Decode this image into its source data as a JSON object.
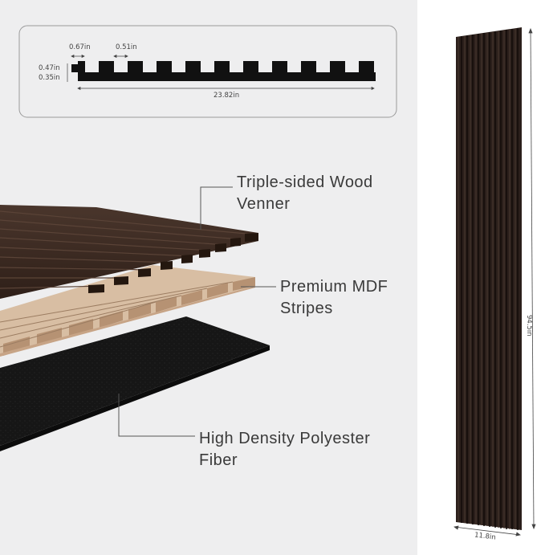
{
  "profile": {
    "dim_slat_width": "0.67in",
    "dim_gap_width": "0.51in",
    "dim_total_height": "0.47in",
    "dim_base_height": "0.35in",
    "dim_total_width": "23.82in"
  },
  "layers": {
    "wood_line1": "Triple-sided Wood",
    "wood_line2": "Venner",
    "mdf_line1": "Premium MDF",
    "mdf_line2": "Stripes",
    "fiber_line1": "High Density Polyester",
    "fiber_line2": "Fiber"
  },
  "panel": {
    "height_label": "94.5in",
    "width_label": "11.8in"
  },
  "colors": {
    "wood": "#3b2a22",
    "mdf": "#c9a98a",
    "fiber": "#141414",
    "background": "#eeeeef"
  }
}
